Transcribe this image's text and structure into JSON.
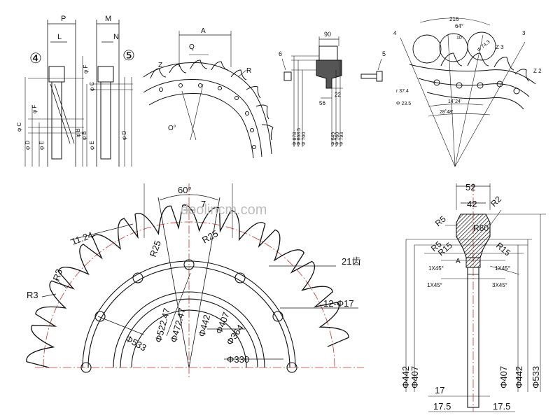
{
  "watermark": "doolincm.com",
  "fig_side_4": {
    "label": "④",
    "P": "P",
    "L": "L",
    "phiF": "φ F",
    "phiC": "φ C",
    "phiD": "φ D",
    "phiE": "φ E",
    "phiB": "φ B"
  },
  "fig_side_5": {
    "label": "⑤",
    "M": "M",
    "N": "N",
    "phiF": "φ F",
    "phiC": "φ C",
    "phiE": "φ E",
    "phiB": "φ B",
    "phiD": "φ D"
  },
  "fig_arc": {
    "A": "A",
    "Q": "Q",
    "Z": "Z",
    "R": "R",
    "O": "O°"
  },
  "fig_bolt": {
    "w90": "90",
    "n6": "6",
    "n5": "5",
    "d22": "22",
    "d56": "56",
    "dia_left": [
      "Φ 878",
      "Φ 868.5",
      "Φ 700"
    ],
    "dia_right": [
      "Φ 649",
      "Φ 760",
      "Φ 793"
    ]
  },
  "fig_segment": {
    "n4": "4",
    "n3": "3",
    "w216": "216",
    "a64": "64°",
    "n10": "10",
    "d743": "Φ 74.3",
    "z3": "Z 3",
    "z2": "Z 2",
    "r374": "r 37.4",
    "d235": "Φ 23.5",
    "a1424": "14˚24'",
    "a2848": "28˚48'"
  },
  "fig_main": {
    "angle60": "60°",
    "n7": "7",
    "d1124": "11.24",
    "r3a": "R3",
    "r3b": "R3",
    "r25a": "R25",
    "r25b": "R25",
    "teeth": "21齿",
    "holes": "12-Φ17",
    "d52247": "Φ522.47",
    "d47247": "Φ472.47",
    "d442": "Φ442",
    "d407": "Φ407",
    "d364": "Φ364",
    "d533": "Φ533",
    "d330": "Φ330"
  },
  "fig_section": {
    "w52": "52",
    "w42": "42",
    "r2": "R2",
    "r5": "R5",
    "r60": "R60",
    "r5b": "R5",
    "r15": "R15",
    "r15b": "R15",
    "a": "A",
    "ch1": "1X45°",
    "ch2": "1X45°",
    "ch3": "1X45°",
    "ch4": "3X45°",
    "d442l": "Φ442",
    "d407l": "Φ407",
    "d407r": "Φ407",
    "d442r": "Φ442",
    "d533r": "Φ533",
    "w17": "17",
    "w175l": "17.5",
    "w175r": "17.5"
  }
}
